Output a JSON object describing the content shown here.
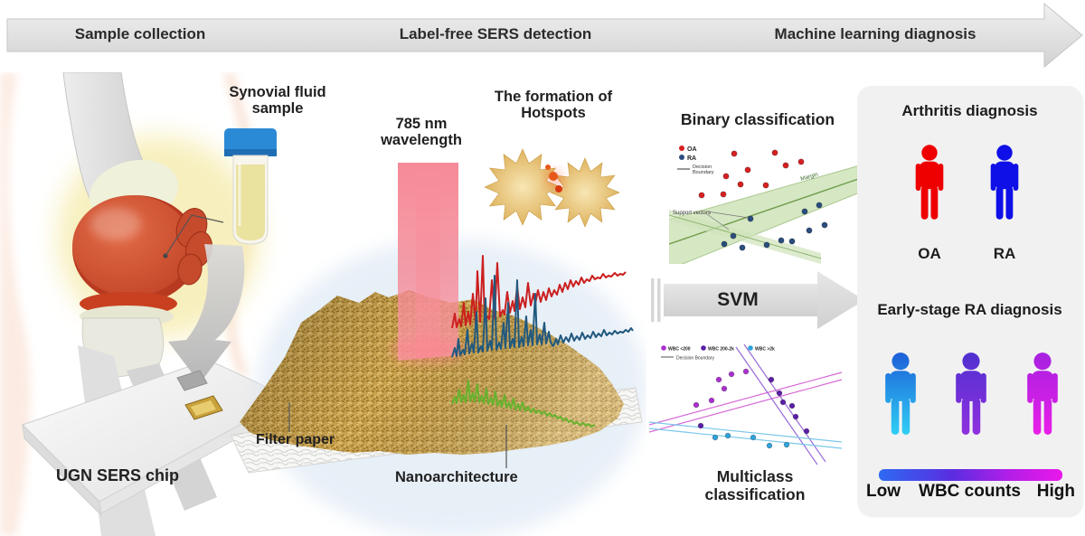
{
  "banner": {
    "sections": [
      {
        "label": "Sample collection"
      },
      {
        "label": "Label-free SERS detection"
      },
      {
        "label": "Machine learning diagnosis"
      }
    ]
  },
  "sample": {
    "synovial_label": "Synovial fluid sample",
    "chip_label": "UGN SERS chip"
  },
  "sers": {
    "wavelength_label": "785 nm wavelength",
    "hotspots_label": "The formation of Hotspots",
    "filter_paper_label": "Filter paper",
    "nano_label": "Nanoarchitecture"
  },
  "binary": {
    "title": "Binary classification",
    "legend": {
      "oa": "OA",
      "ra": "RA",
      "boundary_l1": "Decision",
      "boundary_l2": "Boundary"
    },
    "annotations": {
      "support": "Support vectors",
      "margin": "Margin"
    },
    "oa_points": [
      [
        72,
        20
      ],
      [
        117,
        19
      ],
      [
        146,
        29
      ],
      [
        129,
        33
      ],
      [
        87,
        38
      ],
      [
        63,
        45
      ],
      [
        79,
        54
      ],
      [
        107,
        55
      ],
      [
        36,
        66
      ],
      [
        60,
        65
      ]
    ],
    "ra_points": [
      [
        90,
        92
      ],
      [
        150,
        84
      ],
      [
        166,
        77
      ],
      [
        172,
        99
      ],
      [
        71,
        111
      ],
      [
        61,
        120
      ],
      [
        81,
        124
      ],
      [
        108,
        121
      ],
      [
        124,
        116
      ],
      [
        136,
        117
      ],
      [
        155,
        105
      ]
    ]
  },
  "svm": {
    "label": "SVM"
  },
  "multiclass": {
    "title": "Multiclass classification",
    "legend": {
      "c1": "WBC <200",
      "c2": "WBC 200-2k",
      "c3": "WBC >2k",
      "boundary": "Decision Boundary"
    },
    "class1_points": [
      [
        52,
        76
      ],
      [
        69,
        71
      ],
      [
        77,
        48
      ],
      [
        83,
        58
      ],
      [
        91,
        42
      ],
      [
        107,
        39
      ]
    ],
    "class2_points": [
      [
        135,
        48
      ],
      [
        144,
        63
      ],
      [
        148,
        73
      ],
      [
        158,
        77
      ],
      [
        162,
        89
      ],
      [
        174,
        105
      ],
      [
        57,
        99
      ]
    ],
    "class3_points": [
      [
        73,
        112
      ],
      [
        87,
        110
      ],
      [
        115,
        112
      ],
      [
        133,
        121
      ],
      [
        152,
        120
      ]
    ]
  },
  "diagnosis": {
    "arthritis_title": "Arthritis diagnosis",
    "oa_label": "OA",
    "ra_label": "RA",
    "early_title": "Early-stage RA diagnosis",
    "low_label": "Low",
    "wbc_label": "WBC counts",
    "high_label": "High"
  },
  "colors": {
    "oa_dot": "#d62020",
    "ra_dot": "#2a4d7e",
    "class1_dot": "#ab2fd0",
    "class2_dot": "#5a1ea8",
    "class3_dot": "#2da4dc",
    "person_oa": "#ee0000",
    "person_ra": "#0f0fe8",
    "early1_top": "#1d5fd8",
    "early1_bottom": "#2fd0f5",
    "early2_top": "#5030d0",
    "early2_bottom": "#9030e0",
    "early3_top": "#a621e0",
    "early3_bottom": "#ea1fe8",
    "bar_stops": [
      "#2e6af2",
      "#5a2de0",
      "#b51ee8",
      "#ea18ea"
    ],
    "spec_red": "#cc1f1f",
    "spec_blue": "#21597f",
    "spec_green": "#66b22e",
    "band_green": "#cfe3ba",
    "laser_pink": "#f4717f",
    "gold": "#c9a24e"
  }
}
